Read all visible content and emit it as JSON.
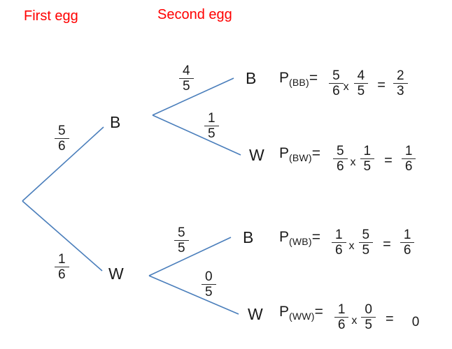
{
  "headers": {
    "first": "First egg",
    "second": "Second egg"
  },
  "colors": {
    "header_text": "#ff0000",
    "branch_line": "#4a7ebb",
    "text": "#1a1a1a"
  },
  "tree": {
    "stage1": [
      {
        "id": "b",
        "label": "B",
        "prob_num": "5",
        "prob_den": "6"
      },
      {
        "id": "w",
        "label": "W",
        "prob_num": "1",
        "prob_den": "6"
      }
    ],
    "stage2": [
      {
        "id": "bb",
        "label": "B",
        "prob_num": "4",
        "prob_den": "5"
      },
      {
        "id": "bw",
        "label": "W",
        "prob_num": "1",
        "prob_den": "5"
      },
      {
        "id": "wb",
        "label": "B",
        "prob_num": "5",
        "prob_den": "5"
      },
      {
        "id": "ww",
        "label": "W",
        "prob_num": "0",
        "prob_den": "5"
      }
    ]
  },
  "equations": [
    {
      "p": "P",
      "subscript": "(BB)",
      "equals": "=",
      "f1_num": "5",
      "f1_den": "6",
      "times": "x",
      "f2_num": "4",
      "f2_den": "5",
      "equals2": "=",
      "result_num": "2",
      "result_den": "3",
      "result_is_fraction": true,
      "result_value": ""
    },
    {
      "p": "P",
      "subscript": "(BW)",
      "equals": "=",
      "f1_num": "5",
      "f1_den": "6",
      "times": "x",
      "f2_num": "1",
      "f2_den": "5",
      "equals2": "=",
      "result_num": "1",
      "result_den": "6",
      "result_is_fraction": true,
      "result_value": ""
    },
    {
      "p": "P",
      "subscript": "(WB)",
      "equals": "=",
      "f1_num": "1",
      "f1_den": "6",
      "times": "x",
      "f2_num": "5",
      "f2_den": "5",
      "equals2": "=",
      "result_num": "1",
      "result_den": "6",
      "result_is_fraction": true,
      "result_value": ""
    },
    {
      "p": "P",
      "subscript": "(WW)",
      "equals": "=",
      "f1_num": "1",
      "f1_den": "6",
      "times": "x",
      "f2_num": "0",
      "f2_den": "5",
      "equals2": "=",
      "result_num": "",
      "result_den": "",
      "result_is_fraction": false,
      "result_value": "0"
    }
  ]
}
